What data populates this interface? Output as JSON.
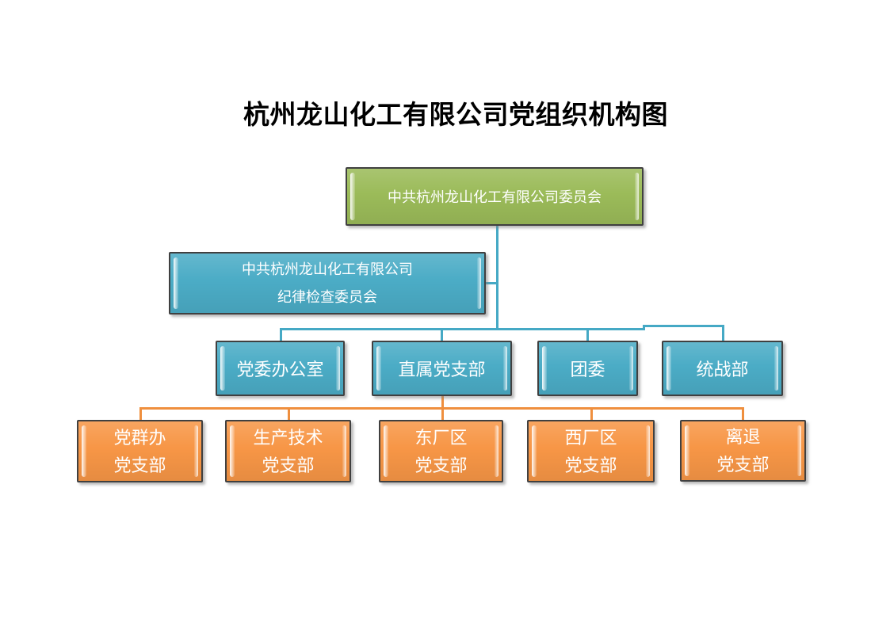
{
  "title": "杭州龙山化工有限公司党组织机构图",
  "colors": {
    "root_fill": "#9bbb59",
    "blue_fill": "#4bacc6",
    "orange_fill": "#f79646",
    "outline": "#404040",
    "blue_connector": "#45a9c5",
    "orange_connector": "#ef8f3e",
    "node_text": "#ffffff",
    "title_text": "#000000"
  },
  "org": {
    "root": {
      "label": "中共杭州龙山化工有限公司委员会"
    },
    "discipline": {
      "line1": "中共杭州龙山化工有限公司",
      "line2": "纪律检查委员会"
    },
    "level2": [
      {
        "label": "党委办公室"
      },
      {
        "label": "直属党支部"
      },
      {
        "label": "团委"
      },
      {
        "label": "统战部"
      }
    ],
    "level3": [
      {
        "line1": "党群办",
        "line2": "党支部"
      },
      {
        "line1": "生产技术",
        "line2": "党支部"
      },
      {
        "line1": "东厂区",
        "line2": "党支部"
      },
      {
        "line1": "西厂区",
        "line2": "党支部"
      },
      {
        "line1": "离退",
        "line2": "党支部"
      }
    ]
  }
}
